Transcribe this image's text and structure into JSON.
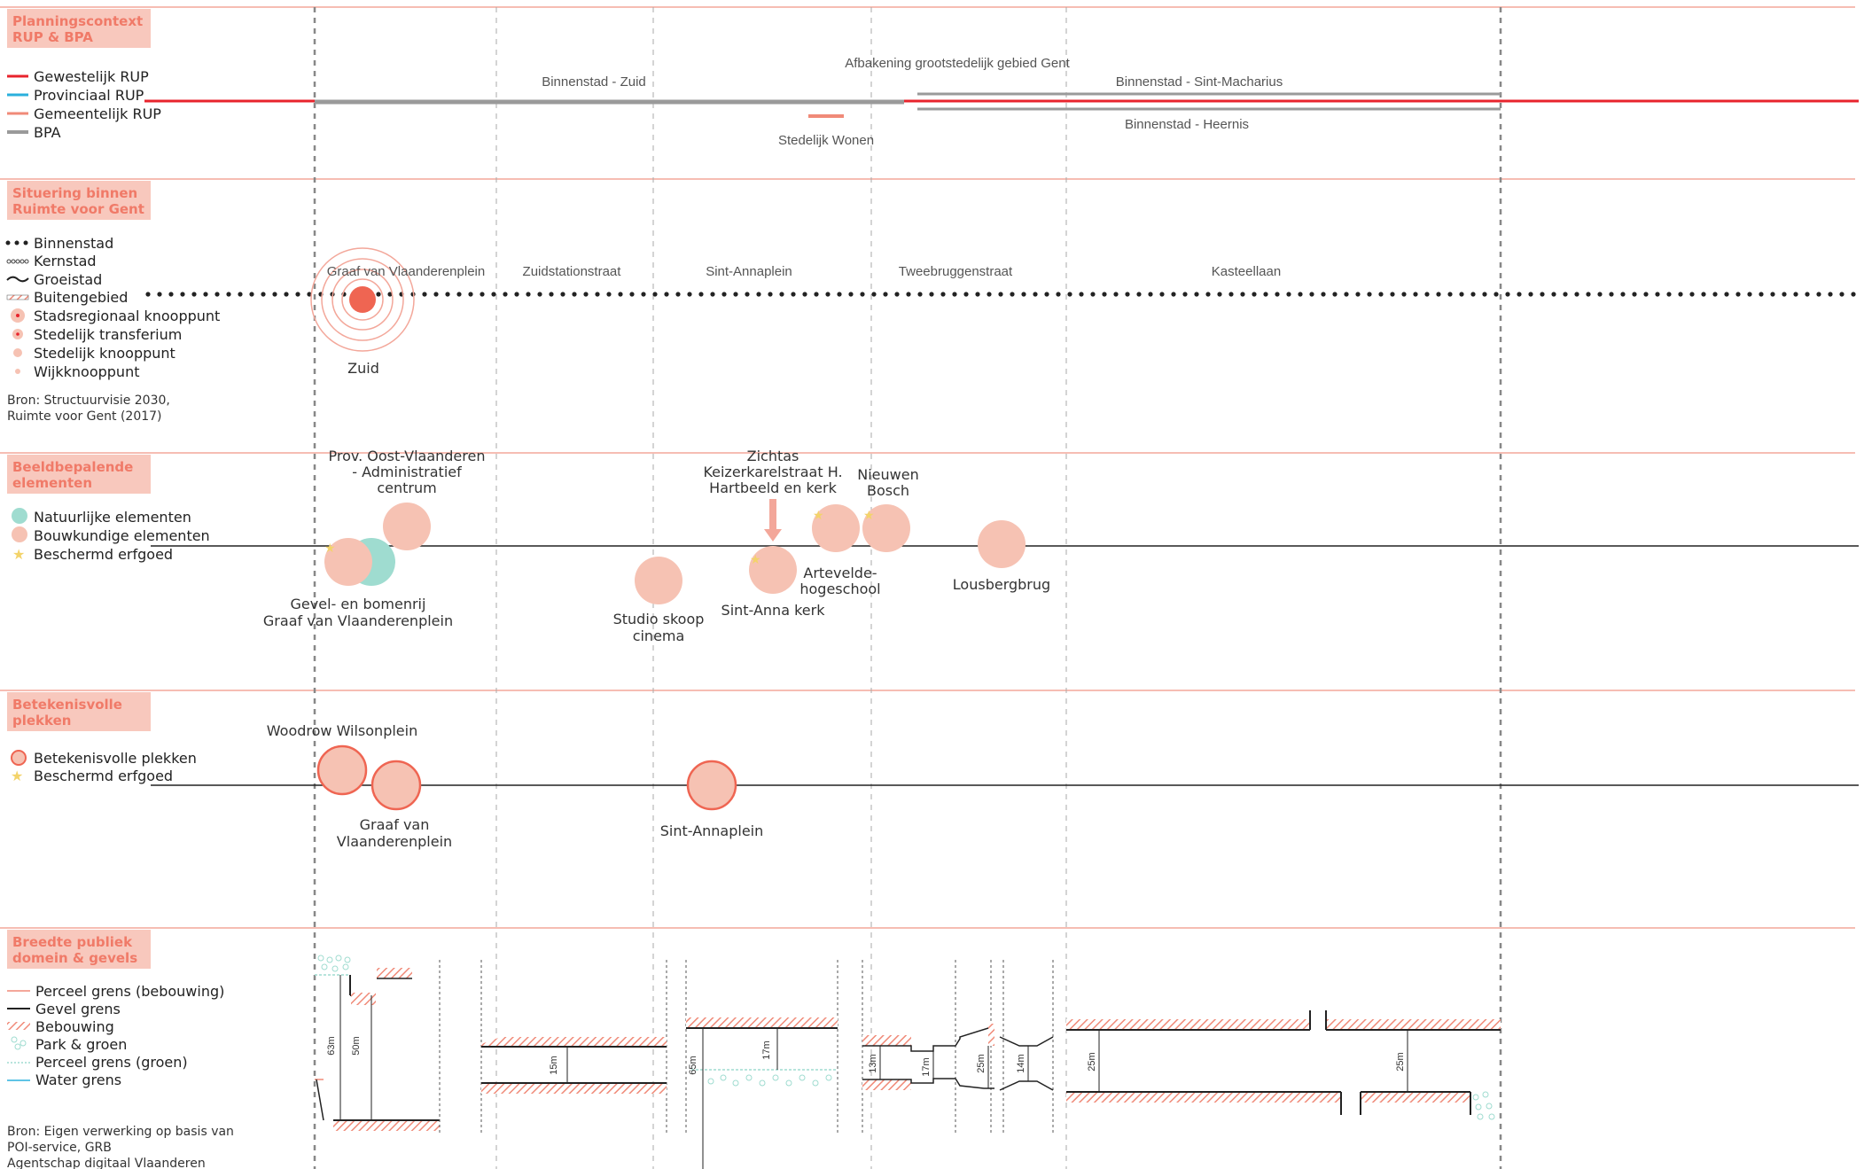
{
  "colors": {
    "accent": "#f07a68",
    "section_band": "#f8c8bd",
    "section_line": "#f3a79a",
    "circle_fill": "#f6c2b3",
    "teal_fill": "#9fdcd0",
    "gewestelijk": "#e8232c",
    "provinciaal": "#2bb0dd",
    "gemeentelijk": "#f08a78",
    "bpa": "#9a9a9a",
    "star": "#f3d36a"
  },
  "sections": {
    "planning": {
      "title_l1": "Planningscontext",
      "title_l2": "RUP & BPA",
      "legend": [
        "Gewestelijk RUP",
        "Provinciaal RUP",
        "Gemeentelijk RUP",
        "BPA"
      ],
      "labels": {
        "binnenstad_zuid": "Binnenstad - Zuid",
        "afbakening": "Afbakening grootstedelijk gebied Gent",
        "sint_macharius": "Binnenstad - Sint-Macharius",
        "heernis": "Binnenstad - Heernis",
        "stedelijk_wonen": "Stedelijk Wonen"
      }
    },
    "situering": {
      "title_l1": "Situering binnen",
      "title_l2": "Ruimte voor Gent",
      "legend": [
        "Binnenstad",
        "Kernstad",
        "Groeistad",
        "Buitengebied",
        "Stadsregionaal knooppunt",
        "Stedelijk transferium",
        "Stedelijk knooppunt",
        "Wijkknooppunt"
      ],
      "source_l1": "Bron: Structuurvisie 2030,",
      "source_l2": "Ruimte voor Gent (2017)",
      "streets": [
        "Graaf van Vlaanderenplein",
        "Zuidstationstraat",
        "Sint-Annaplein",
        "Tweebruggenstraat",
        "Kasteellaan"
      ],
      "node_label": "Zuid"
    },
    "beeld": {
      "title_l1": "Beeldbepalende",
      "title_l2": "elementen",
      "legend": [
        "Natuurlijke elementen",
        "Bouwkundige elementen",
        "Beschermd erfgoed"
      ],
      "labels": {
        "prov_l1": "Prov. Oost-Vlaanderen",
        "prov_l2": "- Administratief",
        "prov_l3": "centrum",
        "gevel_l1": "Gevel- en bomenrij",
        "gevel_l2": "Graaf van Vlaanderenplein",
        "studio_l1": "Studio skoop",
        "studio_l2": "cinema",
        "zichtas_l1": "Zichtas",
        "zichtas_l2": "Keizerkarelstraat H.",
        "zichtas_l3": "Hartbeeld en kerk",
        "sint_anna_kerk": "Sint-Anna kerk",
        "artevelde_l1": "Artevelde-",
        "artevelde_l2": "hogeschool",
        "nieuwen_l1": "Nieuwen",
        "nieuwen_l2": "Bosch",
        "lousbergbrug": "Lousbergbrug"
      }
    },
    "plekken": {
      "title_l1": "Betekenisvolle",
      "title_l2": "plekken",
      "legend": [
        "Betekenisvolle plekken",
        "Beschermd erfgoed"
      ],
      "labels": {
        "woodrow": "Woodrow Wilsonplein",
        "graaf_l1": "Graaf van",
        "graaf_l2": "Vlaanderenplein",
        "sint_annaplein": "Sint-Annaplein"
      }
    },
    "breedte": {
      "title_l1": "Breedte publiek",
      "title_l2": "domein & gevels",
      "legend": [
        "Perceel grens (bebouwing)",
        "Gevel grens",
        "Bebouwing",
        "Park & groen",
        "Perceel grens (groen)",
        "Water grens"
      ],
      "source_l1": "Bron: Eigen verwerking op basis van",
      "source_l2": "POI-service, GRB",
      "source_l3": "Agentschap digitaal Vlaanderen",
      "dimensions": [
        "63m",
        "50m",
        "15m",
        "65m",
        "17m",
        "13m",
        "17m",
        "25m",
        "14m",
        "25m",
        "25m"
      ]
    }
  }
}
